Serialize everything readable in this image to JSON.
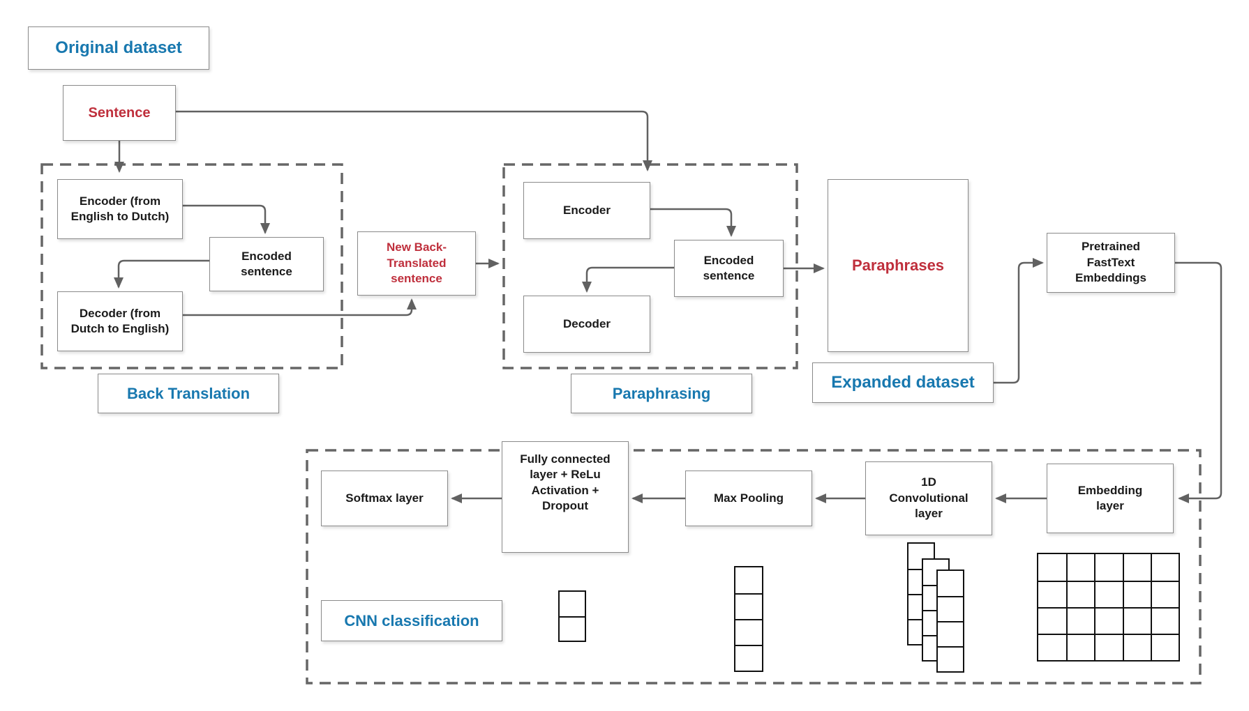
{
  "diagram": {
    "stage_labels": {
      "original_dataset": "Original dataset",
      "back_translation": "Back Translation",
      "paraphrasing": "Paraphrasing",
      "expanded_dataset": "Expanded dataset",
      "cnn_classification": "CNN classification"
    },
    "data_items": {
      "sentence": "Sentence",
      "new_back_translated_sentence": "New Back-Translated sentence",
      "paraphrases": "Paraphrases"
    },
    "back_translation_group": {
      "encoder": "Encoder (from English to Dutch)",
      "encoded_sentence": "Encoded sentence",
      "decoder": "Decoder (from Dutch to English)"
    },
    "paraphrasing_group": {
      "encoder": "Encoder",
      "encoded_sentence": "Encoded sentence",
      "decoder": "Decoder"
    },
    "embeddings": {
      "pretrained_fasttext": "Pretrained FastText Embeddings"
    },
    "cnn_group": {
      "softmax": "Softmax layer",
      "fully_connected": "Fully connected layer + ReLu Activation + Dropout",
      "max_pooling": "Max Pooling",
      "conv_1d": "1D Convolutional layer",
      "embedding_layer": "Embedding layer"
    },
    "colors": {
      "heading_blue": "#1878af",
      "data_red": "#bf2f3c",
      "connector_gray": "#616161",
      "dashed_border_gray": "#666666",
      "box_border_gray": "#8a8a8a",
      "tensor_outline_black": "#111111"
    }
  }
}
